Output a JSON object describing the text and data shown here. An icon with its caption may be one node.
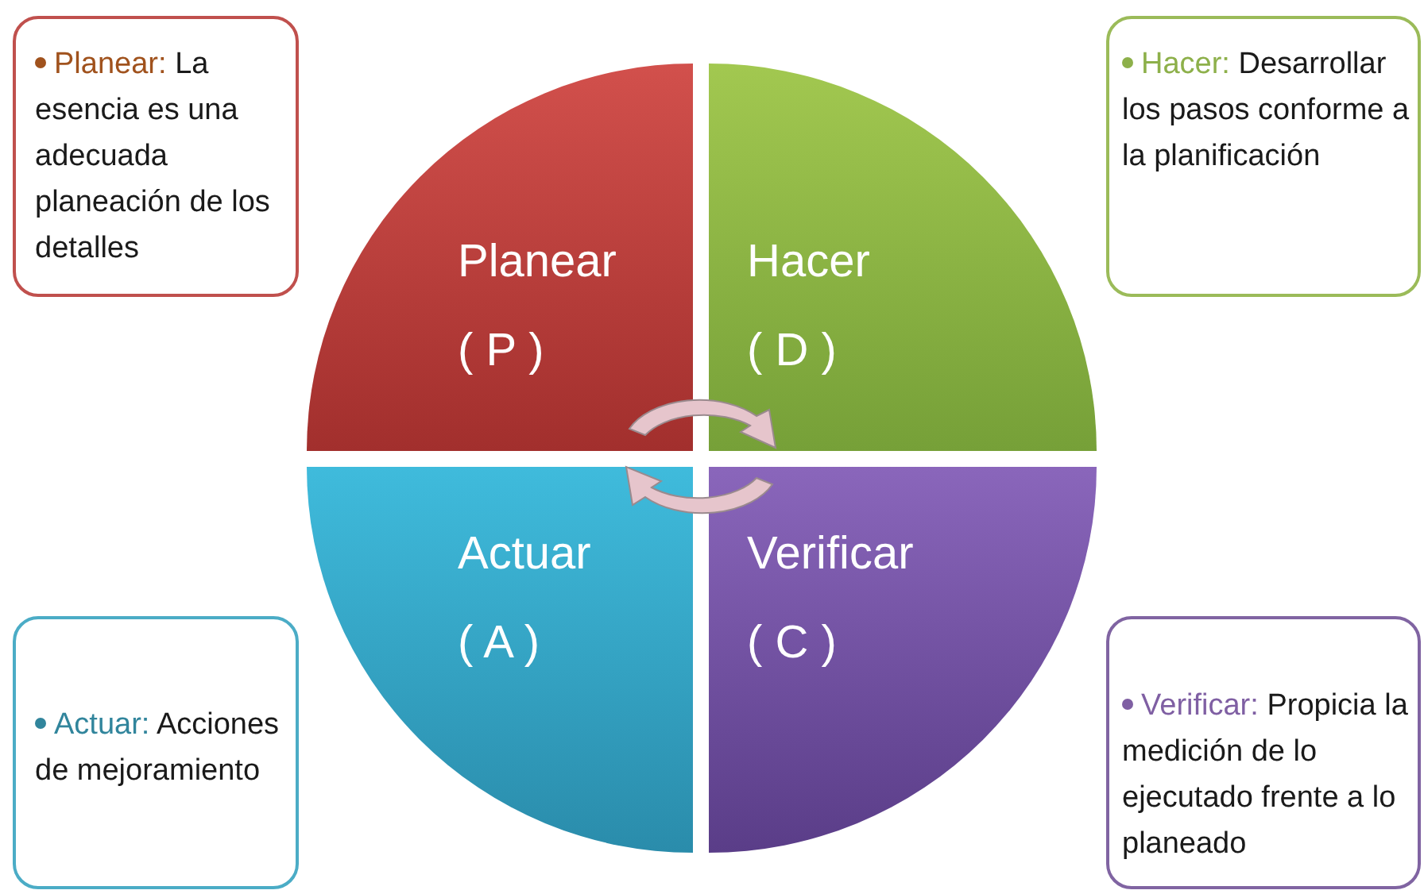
{
  "diagram": {
    "nodes": [
      {
        "text": [
          "Planear:",
          "La esencia es una adecuada planeación de los detalles"
        ]
      },
      {
        "text": [
          "Hacer:",
          "Desarrollar los pasos conforme a la planificación"
        ]
      },
      {
        "text": [
          "Actuar:",
          "Acciones de mejoramiento"
        ]
      },
      {
        "text": [
          "Verificar:",
          "Propicia la medición de lo ejecutado frente a lo planeado"
        ]
      },
      {
        "text": [
          "Planear",
          "( P )"
        ]
      },
      {
        "text": [
          "Hacer",
          "( D )"
        ]
      },
      {
        "text": [
          "Actuar",
          "( A )"
        ]
      },
      {
        "text": [
          "Verificar",
          "( C )"
        ]
      }
    ]
  }
}
